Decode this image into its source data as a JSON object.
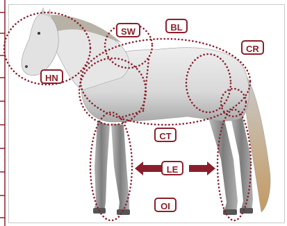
{
  "colors": {
    "accent": "#8a1f2b",
    "frame": "#c9c9c9",
    "horse_body": "#d9d9d9",
    "horse_shadow": "#9a9a9a",
    "mane": "#b8b2a6",
    "tail": "#c7a77a"
  },
  "labels": {
    "hn": "HN",
    "sw": "SW",
    "bl": "BL",
    "cr": "CR",
    "ct": "CT",
    "le": "LE",
    "oi": "OI"
  },
  "icons": {
    "measure_arrow": "double-arrow-left-right-icon"
  }
}
